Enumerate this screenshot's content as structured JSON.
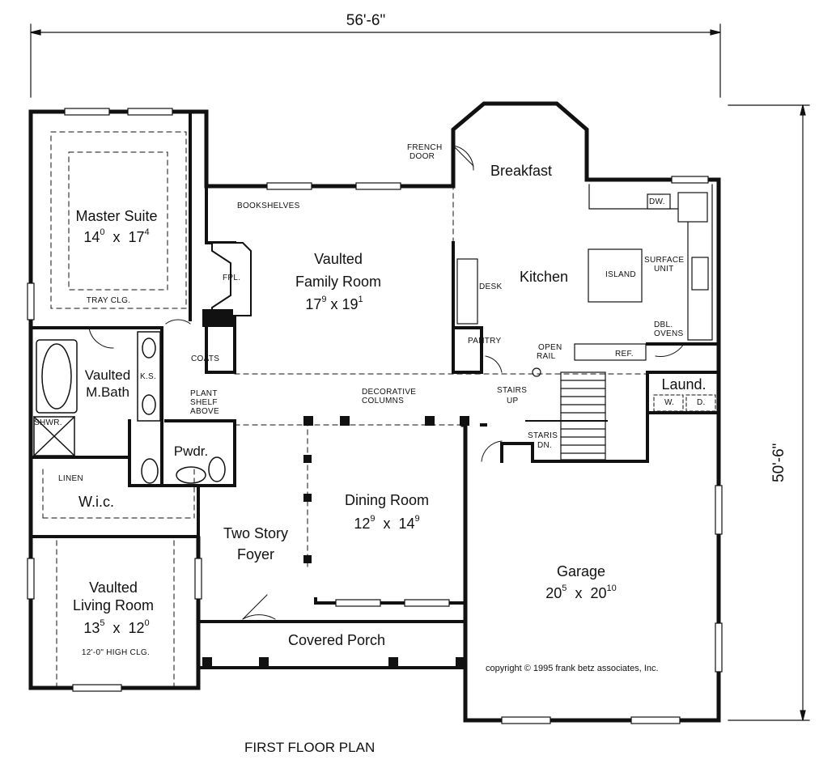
{
  "dimensions": {
    "width": "56'-6\"",
    "depth": "50'-6\""
  },
  "rooms": {
    "master_suite": {
      "name": "Master Suite",
      "w": "14",
      "w_in": "0",
      "x": "x",
      "d": "17",
      "d_in": "4",
      "note": "TRAY CLG."
    },
    "master_bath": {
      "line1": "Vaulted",
      "line2": "M.Bath"
    },
    "ks": "K.S.",
    "shower": "SHWR.",
    "linen": "LINEN",
    "wic": "W.i.c.",
    "powder": "Pwdr.",
    "plant_shelf": {
      "l1": "PLANT",
      "l2": "SHELF",
      "l3": "ABOVE"
    },
    "coats": "COATS",
    "fpl": "FPL.",
    "bookshelves": "BOOKSHELVES",
    "family_room": {
      "line1": "Vaulted",
      "line2": "Family Room",
      "w": "17",
      "w_in": "9",
      "x": "x",
      "d": "19",
      "d_in": "1"
    },
    "french_door": {
      "l1": "FRENCH",
      "l2": "DOOR"
    },
    "breakfast": "Breakfast",
    "dw": "DW.",
    "kitchen": "Kitchen",
    "island": "ISLAND",
    "surface_unit": {
      "l1": "SURFACE",
      "l2": "UNIT"
    },
    "desk": "DESK",
    "pantry": "PANTRY",
    "dbl_ovens": {
      "l1": "DBL.",
      "l2": "OVENS"
    },
    "open_rail": {
      "l1": "OPEN",
      "l2": "RAIL"
    },
    "ref": "REF.",
    "laundry": "Laund.",
    "washer": "W.",
    "dryer": "D.",
    "stairs_up": {
      "l1": "STAIRS",
      "l2": "UP"
    },
    "stairs_dn": {
      "l1": "STARIS",
      "l2": "DN."
    },
    "decorative_columns": {
      "l1": "DECORATIVE",
      "l2": "COLUMNS"
    },
    "dining_room": {
      "name": "Dining Room",
      "w": "12",
      "w_in": "9",
      "x": "x",
      "d": "14",
      "d_in": "9"
    },
    "foyer": {
      "line1": "Two Story",
      "line2": "Foyer"
    },
    "living_room": {
      "line1": "Vaulted",
      "line2": "Living Room",
      "w": "13",
      "w_in": "5",
      "x": "x",
      "d": "12",
      "d_in": "0",
      "note": "12'-0\" HIGH CLG."
    },
    "porch": "Covered Porch",
    "garage": {
      "name": "Garage",
      "w": "20",
      "w_in": "5",
      "x": "x",
      "d": "20",
      "d_in": "10"
    }
  },
  "copyright": "copyright © 1995 frank betz associates, Inc.",
  "caption": "FIRST FLOOR PLAN"
}
